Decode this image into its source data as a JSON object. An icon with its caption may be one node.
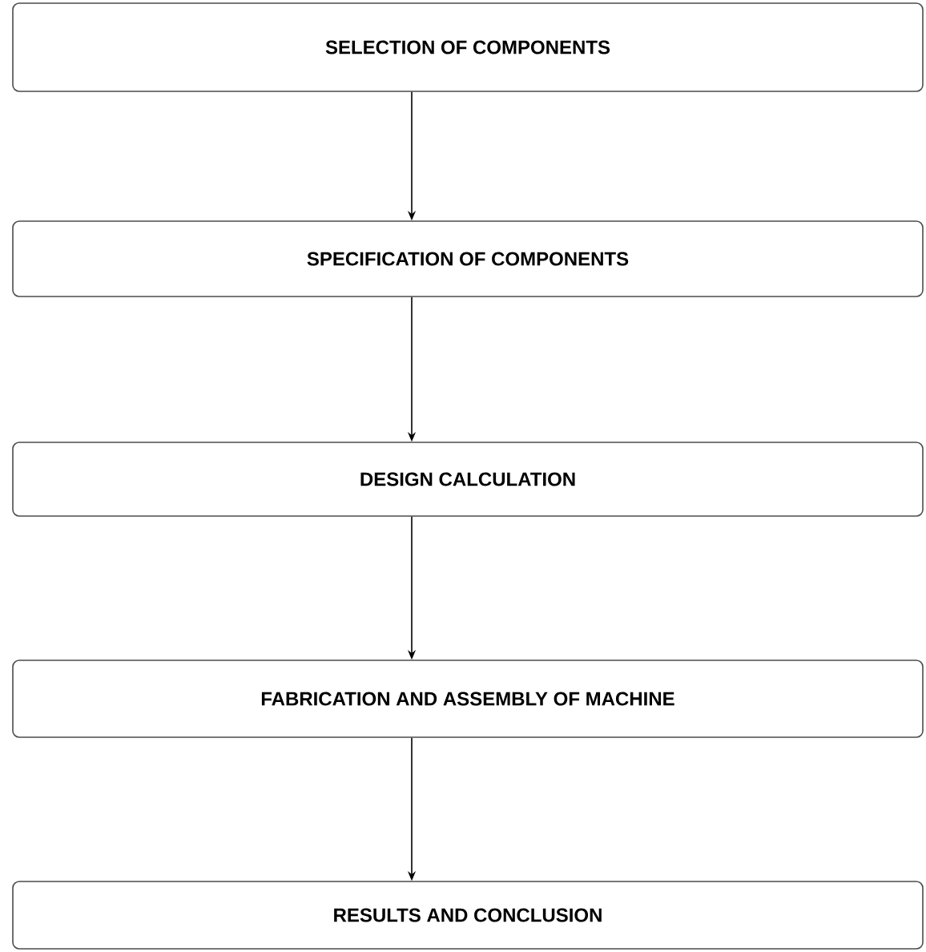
{
  "diagram": {
    "nodes": [
      {
        "text": [
          "SELECTION OF COMPONENTS"
        ]
      },
      {
        "text": [
          "SPECIFICATION OF COMPONENTS"
        ]
      },
      {
        "text": [
          "DESIGN CALCULATION"
        ]
      },
      {
        "text": [
          "FABRICATION AND ASSEMBLY OF MACHINE"
        ]
      },
      {
        "text": [
          "RESULTS AND CONCLUSION"
        ]
      }
    ],
    "edges": [
      {
        "from": 0,
        "to": 1,
        "arrow": "to"
      },
      {
        "from": 1,
        "to": 2,
        "arrow": "to"
      },
      {
        "from": 2,
        "to": 3,
        "arrow": "to"
      },
      {
        "from": 3,
        "to": 4,
        "arrow": "to"
      }
    ]
  }
}
